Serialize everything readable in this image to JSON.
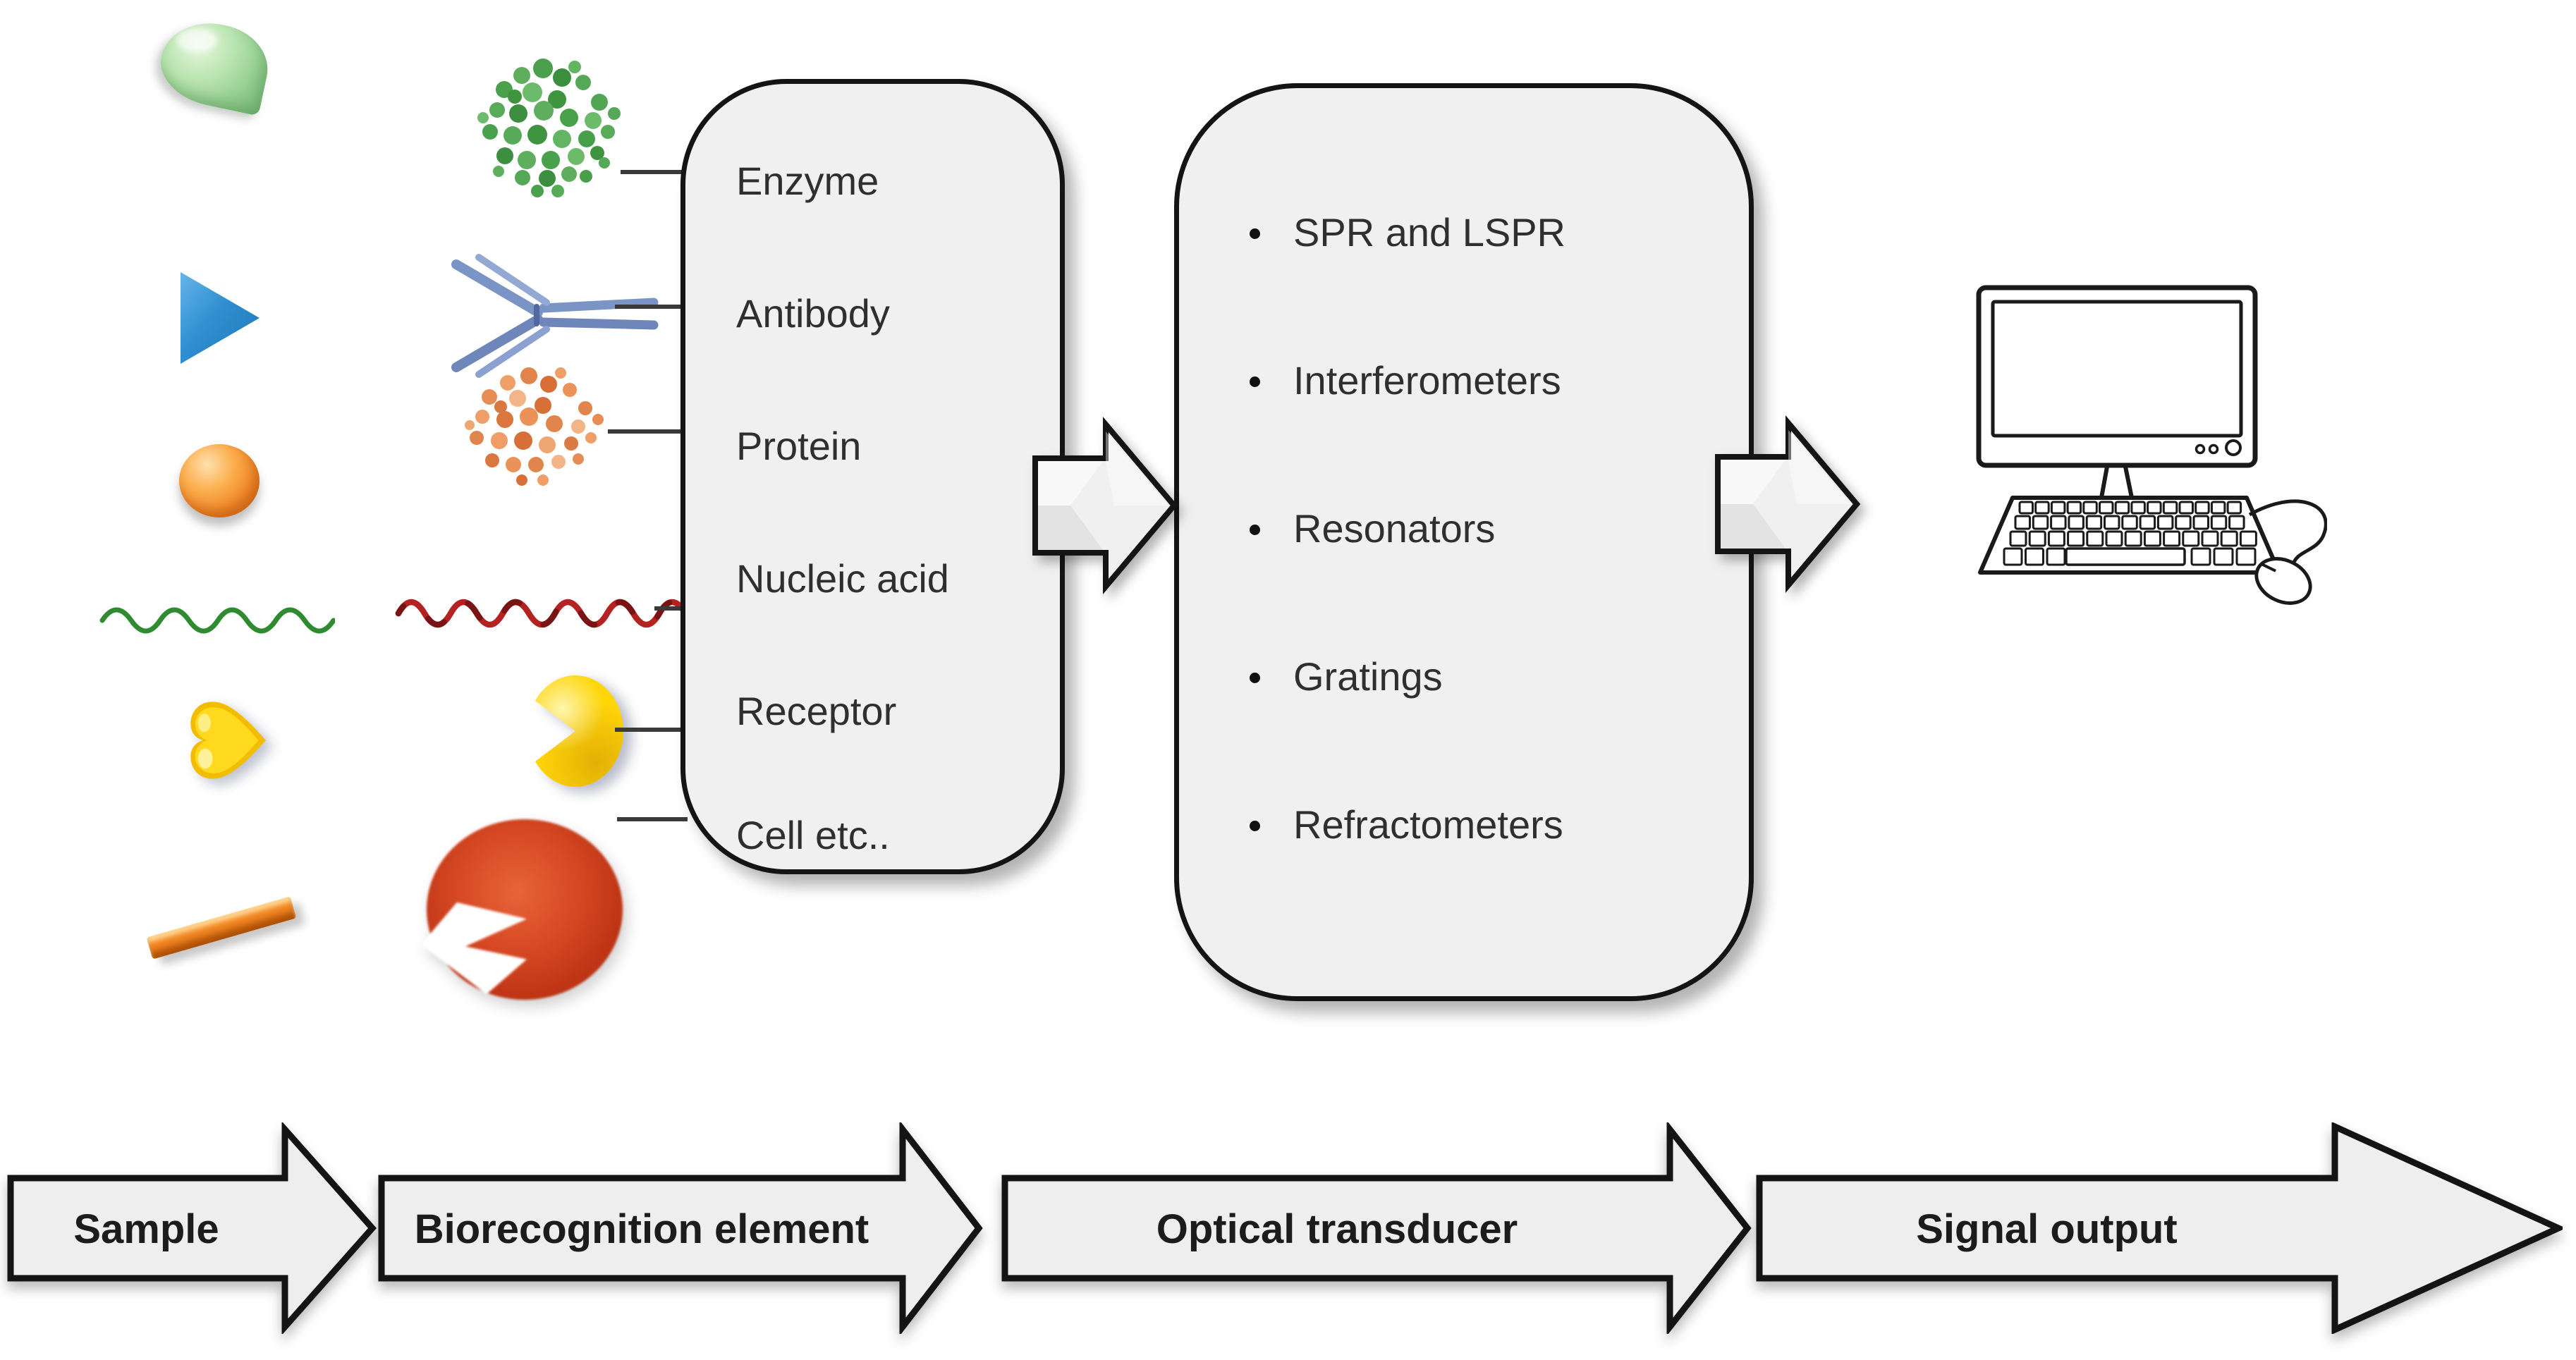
{
  "recognition_box": {
    "items": [
      "Enzyme",
      "Antibody",
      "Protein",
      "Nucleic acid",
      "Receptor",
      "Cell etc.."
    ]
  },
  "transducer_box": {
    "items": [
      "SPR and LSPR",
      "Interferometers",
      "Resonators",
      "Gratings",
      "Refractometers"
    ]
  },
  "flow": {
    "steps": [
      "Sample",
      "Biorecognition element",
      "Optical transducer",
      "Signal output"
    ]
  },
  "icons": {
    "samples": [
      "droplet-icon",
      "triangle-icon",
      "sphere-icon",
      "green-strand-icon",
      "heart-ligand-icon",
      "bar-icon"
    ],
    "recognition": [
      "enzyme-icon",
      "antibody-icon",
      "protein-icon",
      "nucleic-acid-icon",
      "receptor-pacman-icon",
      "cell-icon"
    ],
    "connectors": [
      "chevron-arrow-icon",
      "chevron-arrow-icon"
    ],
    "output_device": "computer-icon"
  },
  "colors": {
    "droplet_green": "#a5d6a0",
    "enzyme_green": "#49a24b",
    "triangle_blue": "#2f8fd1",
    "antibody_blue": "#7b94c6",
    "sphere_orange": "#f0862a",
    "protein_orange": "#e1854d",
    "strand_green": "#2f8b2f",
    "strand_red": "#b42222",
    "ligand_yellow": "#ffd400",
    "receptor_yellow": "#ffd60a",
    "cell_red": "#c5371c",
    "bar_orange": "#ef8422",
    "box_fill": "#f0f0f0",
    "box_border": "#141414",
    "arrow_fill": "#eeeeee",
    "text": "#303030"
  }
}
